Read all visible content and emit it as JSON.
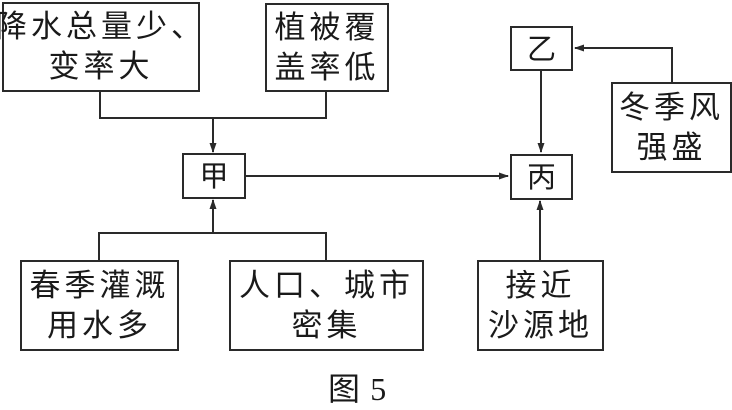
{
  "diagram": {
    "nodes": {
      "precipitation": {
        "lines": [
          "降水总量少、",
          "变率大"
        ]
      },
      "vegetation": {
        "lines": [
          "植被覆",
          "盖率低"
        ]
      },
      "jia": {
        "lines": [
          "甲"
        ]
      },
      "yi": {
        "lines": [
          "乙"
        ]
      },
      "bing": {
        "lines": [
          "丙"
        ]
      },
      "winter_monsoon": {
        "lines": [
          "冬季风",
          "强盛"
        ]
      },
      "spring_irrigation": {
        "lines": [
          "春季灌溉",
          "用水多"
        ]
      },
      "population": {
        "lines": [
          "人口、城市",
          "密集"
        ]
      },
      "sand_source": {
        "lines": [
          "接近",
          "沙源地"
        ]
      }
    },
    "edges": [
      {
        "from": "precipitation",
        "to": "jia"
      },
      {
        "from": "vegetation",
        "to": "jia"
      },
      {
        "from": "spring_irrigation",
        "to": "jia"
      },
      {
        "from": "population",
        "to": "jia"
      },
      {
        "from": "jia",
        "to": "bing"
      },
      {
        "from": "yi",
        "to": "bing"
      },
      {
        "from": "winter_monsoon",
        "to": "yi"
      },
      {
        "from": "sand_source",
        "to": "bing"
      }
    ],
    "caption": {
      "label": "图",
      "number": "5"
    }
  }
}
